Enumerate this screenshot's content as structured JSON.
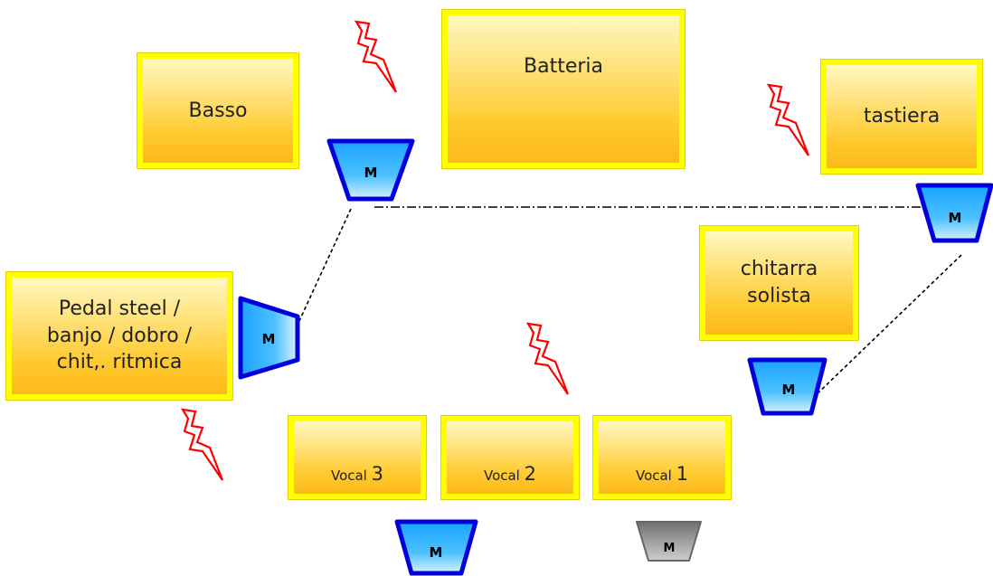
{
  "instruments": {
    "basso": "Basso",
    "batteria": "Batteria",
    "tastiera": "tastiera",
    "chitarra_solista": "chitarra solista",
    "pedal_steel": "Pedal steel / banjo / dobro / chit,. ritmica"
  },
  "vocals": [
    {
      "label": "Vocal",
      "number": "3"
    },
    {
      "label": "Vocal",
      "number": "2"
    },
    {
      "label": "Vocal",
      "number": "1"
    }
  ],
  "monitor_label": "M",
  "colors": {
    "box_fill": "#ffcc33",
    "box_border": "#ffff00",
    "monitor_fill": "#33aaff",
    "monitor_border": "#0000cc",
    "monitor_grey": "#808080",
    "power_icon": "#ff0000"
  },
  "icons": [
    "power-bolt-icon"
  ]
}
